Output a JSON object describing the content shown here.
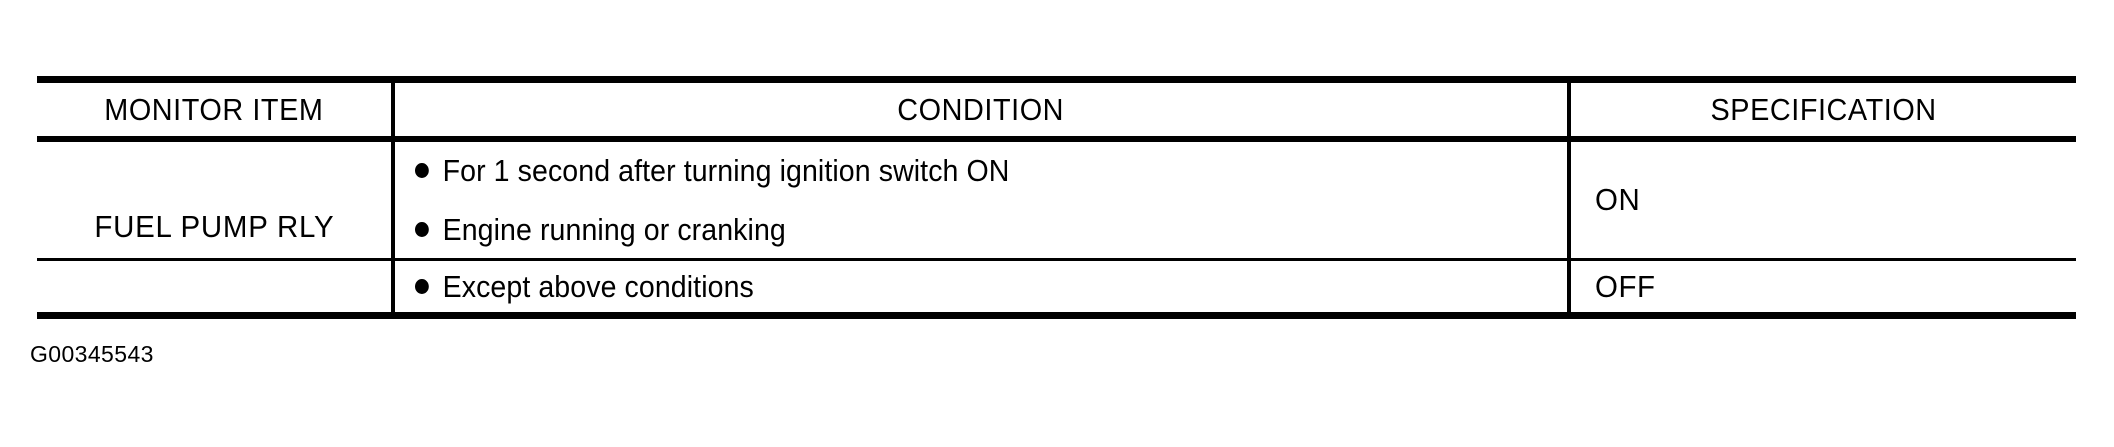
{
  "document": {
    "figure_id": "G00345543"
  },
  "table": {
    "headers": [
      {
        "label": "MONITOR ITEM"
      },
      {
        "label": "CONDITION"
      },
      {
        "label": "SPECIFICATION"
      }
    ],
    "monitor_item": "FUEL PUMP RLY",
    "rows": [
      {
        "conditions": [
          "For 1 second after turning ignition switch ON",
          "Engine running or cranking"
        ],
        "specification": "ON"
      },
      {
        "conditions": [
          "Except above conditions"
        ],
        "specification": "OFF"
      }
    ],
    "colors": {
      "rule": "#000000",
      "text": "#000000",
      "background": "#ffffff"
    }
  }
}
